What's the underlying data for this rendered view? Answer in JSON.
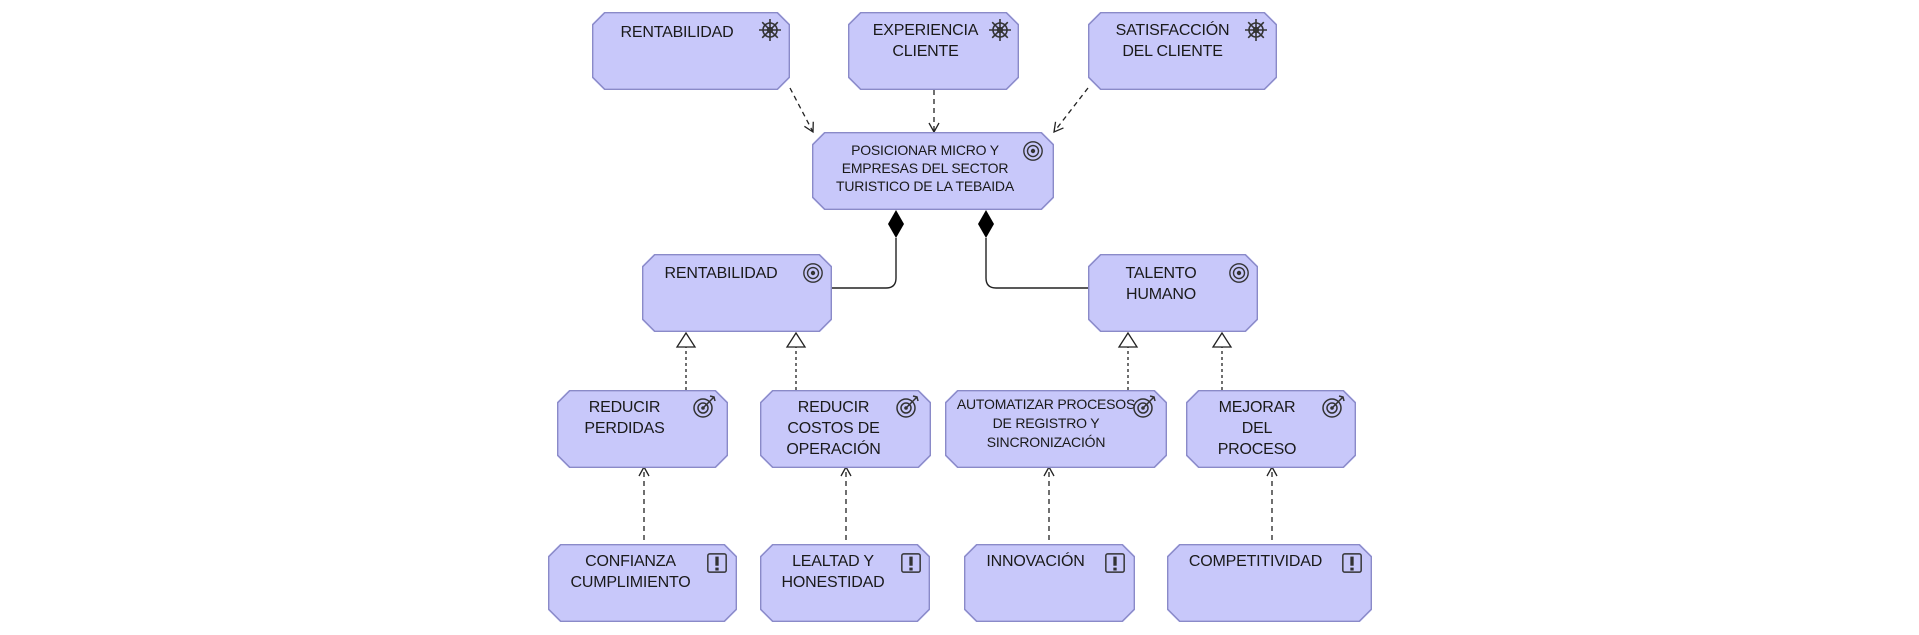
{
  "diagram": {
    "drivers": [
      {
        "id": "drv1",
        "label": "RENTABILIDAD",
        "icon": "driver-wheel-icon"
      },
      {
        "id": "drv2",
        "label": "EXPERIENCIA\nCLIENTE",
        "icon": "driver-wheel-icon"
      },
      {
        "id": "drv3",
        "label": "SATISFACCIÓN\nDEL CLIENTE",
        "icon": "driver-wheel-icon"
      }
    ],
    "main_goal": {
      "id": "goal0",
      "label": "POSICIONAR MICRO Y\nEMPRESAS DEL SECTOR\nTURISTICO DE LA TEBAIDA",
      "icon": "goal-target-icon"
    },
    "goals": [
      {
        "id": "goal1",
        "label": "RENTABILIDAD",
        "icon": "goal-target-icon"
      },
      {
        "id": "goal2",
        "label": "TALENTO\nHUMANO",
        "icon": "goal-target-icon"
      }
    ],
    "outcomes": [
      {
        "id": "out1",
        "label": "REDUCIR\nPERDIDAS",
        "icon": "outcome-arrow-target-icon"
      },
      {
        "id": "out2",
        "label": "REDUCIR\nCOSTOS DE\nOPERACIÓN",
        "icon": "outcome-arrow-target-icon"
      },
      {
        "id": "out3",
        "label": "AUTOMATIZAR PROCESOS\nDE REGISTRO Y\nSINCRONIZACIÓN",
        "icon": "outcome-arrow-target-icon"
      },
      {
        "id": "out4",
        "label": "MEJORAR\nDEL\nPROCESO",
        "icon": "outcome-arrow-target-icon"
      }
    ],
    "principles": [
      {
        "id": "pr1",
        "label": "CONFIANZA\nCUMPLIMIENTO",
        "icon": "principle-exclamation-icon"
      },
      {
        "id": "pr2",
        "label": "LEALTAD Y\nHONESTIDAD",
        "icon": "principle-exclamation-icon"
      },
      {
        "id": "pr3",
        "label": "INNOVACIÓN",
        "icon": "principle-exclamation-icon"
      },
      {
        "id": "pr4",
        "label": "COMPETITIVIDAD",
        "icon": "principle-exclamation-icon"
      }
    ],
    "colors": {
      "node_fill": "#c8c8fa",
      "node_border": "#8a8ac8",
      "line": "#222222"
    }
  }
}
